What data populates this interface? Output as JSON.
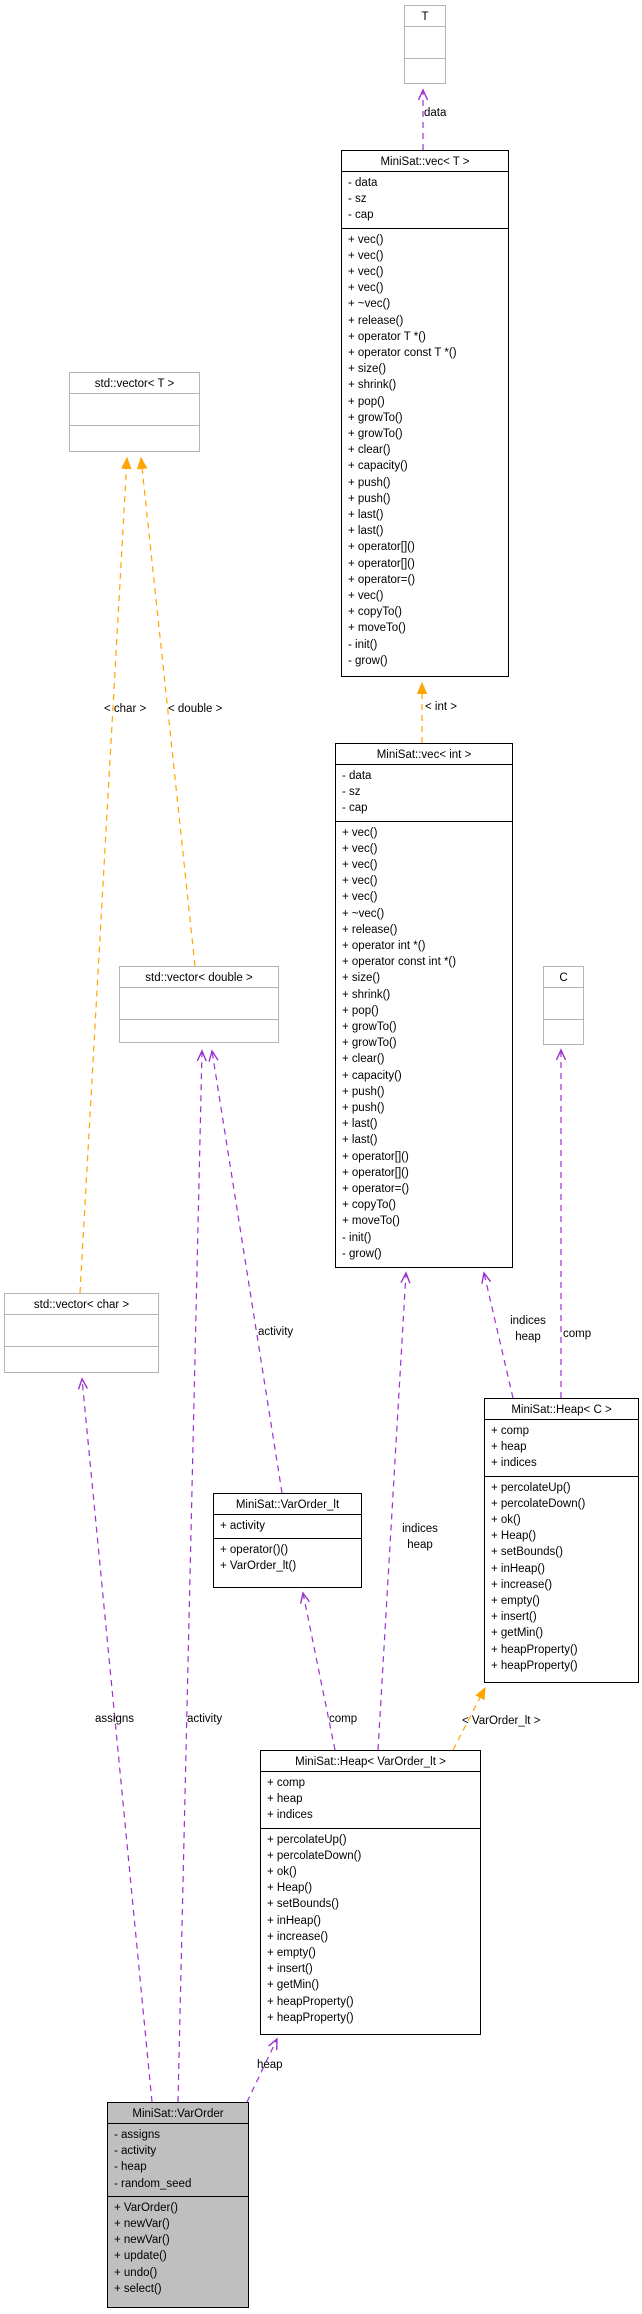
{
  "classes": {
    "t": {
      "title": "T"
    },
    "vec_t": {
      "title": "MiniSat::vec< T >",
      "attributes": [
        "- data",
        "- sz",
        "- cap"
      ],
      "methods": [
        "+ vec()",
        "+ vec()",
        "+ vec()",
        "+ vec()",
        "+ ~vec()",
        "+ release()",
        "+ operator T *()",
        "+ operator const T *()",
        "+ size()",
        "+ shrink()",
        "+ pop()",
        "+ growTo()",
        "+ growTo()",
        "+ clear()",
        "+ capacity()",
        "+ push()",
        "+ push()",
        "+ last()",
        "+ last()",
        "+ operator[]()",
        "+ operator[]()",
        "+ operator=()",
        "+ vec()",
        "+ copyTo()",
        "+ moveTo()",
        "- init()",
        "- grow()"
      ]
    },
    "std_vector_t": {
      "title": "std::vector< T >"
    },
    "vec_int": {
      "title": "MiniSat::vec< int >",
      "attributes": [
        "- data",
        "- sz",
        "- cap"
      ],
      "methods": [
        "+ vec()",
        "+ vec()",
        "+ vec()",
        "+ vec()",
        "+ vec()",
        "+ ~vec()",
        "+ release()",
        "+ operator int *()",
        "+ operator const int *()",
        "+ size()",
        "+ shrink()",
        "+ pop()",
        "+ growTo()",
        "+ growTo()",
        "+ clear()",
        "+ capacity()",
        "+ push()",
        "+ push()",
        "+ last()",
        "+ last()",
        "+ operator[]()",
        "+ operator[]()",
        "+ operator=()",
        "+ copyTo()",
        "+ moveTo()",
        "- init()",
        "- grow()"
      ]
    },
    "std_vector_double": {
      "title": "std::vector< double >"
    },
    "c": {
      "title": "C"
    },
    "std_vector_char": {
      "title": "std::vector< char >"
    },
    "heap_c": {
      "title": "MiniSat::Heap< C >",
      "attributes": [
        "+ comp",
        "+ heap",
        "+ indices"
      ],
      "methods": [
        "+ percolateUp()",
        "+ percolateDown()",
        "+ ok()",
        "+ Heap()",
        "+ setBounds()",
        "+ inHeap()",
        "+ increase()",
        "+ empty()",
        "+ insert()",
        "+ getMin()",
        "+ heapProperty()",
        "+ heapProperty()"
      ]
    },
    "varorder_lt": {
      "title": "MiniSat::VarOrder_lt",
      "attributes": [
        "+ activity"
      ],
      "methods": [
        "+ operator()()",
        "+ VarOrder_lt()"
      ]
    },
    "heap_varorder_lt": {
      "title": "MiniSat::Heap< VarOrder_lt >",
      "attributes": [
        "+ comp",
        "+ heap",
        "+ indices"
      ],
      "methods": [
        "+ percolateUp()",
        "+ percolateDown()",
        "+ ok()",
        "+ Heap()",
        "+ setBounds()",
        "+ inHeap()",
        "+ increase()",
        "+ empty()",
        "+ insert()",
        "+ getMin()",
        "+ heapProperty()",
        "+ heapProperty()"
      ]
    },
    "varorder": {
      "title": "MiniSat::VarOrder",
      "attributes": [
        "- assigns",
        "- activity",
        "- heap",
        "- random_seed"
      ],
      "methods": [
        "+ VarOrder()",
        "+ newVar()",
        "+ newVar()",
        "+ update()",
        "+ undo()",
        "+ select()"
      ]
    }
  },
  "edge_labels": {
    "data": "data",
    "template_int": "< int >",
    "template_char": "< char >",
    "template_double": "< double >",
    "activity_upper": "activity",
    "heapc_indices": "indices",
    "heapc_heap": "heap",
    "heapc_comp": "comp",
    "heapv_indices": "indices",
    "heapv_heap": "heap",
    "heapv_comp": "comp",
    "template_varorder_lt": "< VarOrder_lt >",
    "varorder_assigns": "assigns",
    "varorder_activity": "activity",
    "varorder_heap": "heap"
  },
  "colors": {
    "usage_edge": "#9a32cd",
    "template_edge": "#ffa500",
    "highlight_fill": "#bfbfbf",
    "class_border": "#000000",
    "external_border": "#b4b4b4"
  }
}
